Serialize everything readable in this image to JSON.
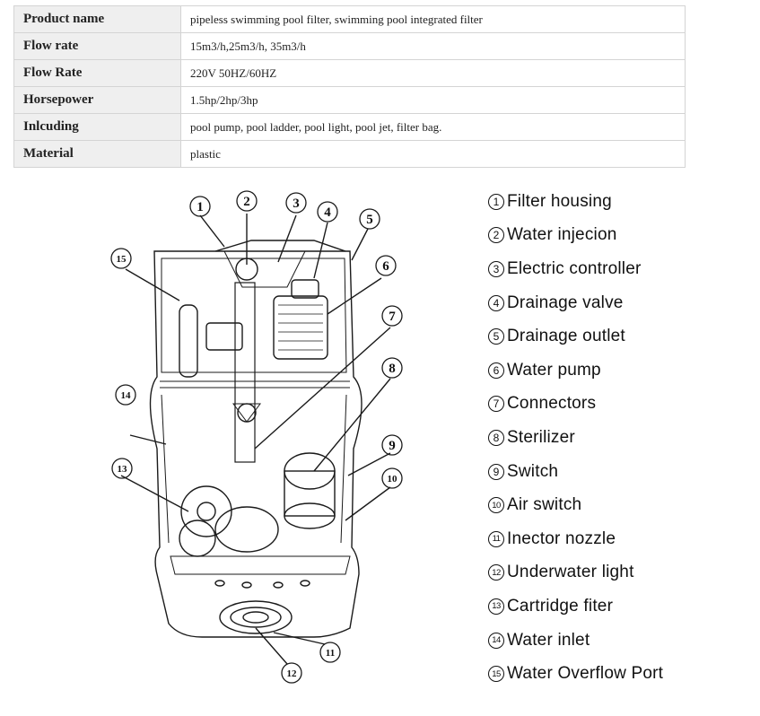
{
  "specs": [
    {
      "label": "Product name",
      "value": "pipeless swimming pool filter, swimming pool integrated filter"
    },
    {
      "label": "Flow rate",
      "value": "15m3/h,25m3/h, 35m3/h"
    },
    {
      "label": "Flow Rate",
      "value": "220V 50HZ/60HZ"
    },
    {
      "label": "Horsepower",
      "value": "1.5hp/2hp/3hp"
    },
    {
      "label": "Inlcuding",
      "value": "pool pump, pool ladder, pool light, pool jet, filter bag."
    },
    {
      "label": "Material",
      "value": "plastic"
    }
  ],
  "callouts": [
    "1",
    "2",
    "3",
    "4",
    "5",
    "6",
    "7",
    "8",
    "9",
    "10",
    "11",
    "12",
    "13",
    "14",
    "15"
  ],
  "legend": [
    {
      "num": "1",
      "label": "Filter housing"
    },
    {
      "num": "2",
      "label": "Water injecion"
    },
    {
      "num": "3",
      "label": "Electric controller"
    },
    {
      "num": "4",
      "label": "Drainage valve"
    },
    {
      "num": "5",
      "label": "Drainage outlet"
    },
    {
      "num": "6",
      "label": "Water pump"
    },
    {
      "num": "7",
      "label": "Connectors"
    },
    {
      "num": "8",
      "label": "Sterilizer"
    },
    {
      "num": "9",
      "label": "Switch"
    },
    {
      "num": "10",
      "label": "Air switch"
    },
    {
      "num": "11",
      "label": "Inector nozzle"
    },
    {
      "num": "12",
      "label": "Underwater light"
    },
    {
      "num": "13",
      "label": "Cartridge fiter"
    },
    {
      "num": "14",
      "label": "Water inlet"
    },
    {
      "num": "15",
      "label": "Water Overflow Port"
    }
  ]
}
